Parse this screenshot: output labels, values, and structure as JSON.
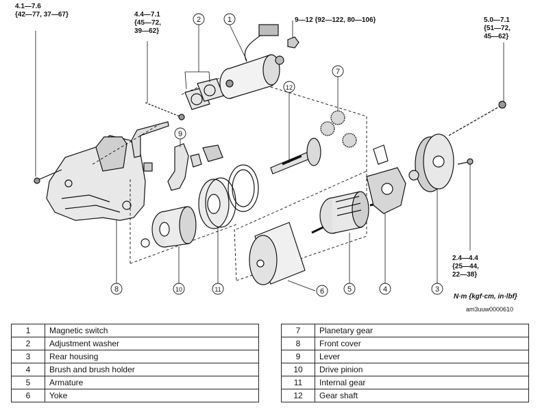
{
  "torque_labels": {
    "t1": "4.1—7.6\n{42—77, 37—67}",
    "t2": "4.4—7.1\n{45—72,\n39—62}",
    "t3": "9—12 {92—122, 80—106}",
    "t4": "5.0—7.1\n{51—72,\n45—62}",
    "t5": "2.4—4.4\n{25—44,\n22—38}"
  },
  "unit_note": "N·m {kgf·cm, in·lbf}",
  "figure_id": "am3uuw0000610",
  "callouts": [
    "1",
    "2",
    "3",
    "4",
    "5",
    "6",
    "7",
    "8",
    "9",
    "10",
    "11",
    "12"
  ],
  "parts_left": [
    {
      "num": "1",
      "name": "Magnetic switch"
    },
    {
      "num": "2",
      "name": "Adjustment washer"
    },
    {
      "num": "3",
      "name": "Rear housing"
    },
    {
      "num": "4",
      "name": "Brush and brush holder"
    },
    {
      "num": "5",
      "name": "Armature"
    },
    {
      "num": "6",
      "name": "Yoke"
    }
  ],
  "parts_right": [
    {
      "num": "7",
      "name": "Planetary gear"
    },
    {
      "num": "8",
      "name": "Front cover"
    },
    {
      "num": "9",
      "name": "Lever"
    },
    {
      "num": "10",
      "name": "Drive pinion"
    },
    {
      "num": "11",
      "name": "Internal gear"
    },
    {
      "num": "12",
      "name": "Gear shaft"
    }
  ]
}
